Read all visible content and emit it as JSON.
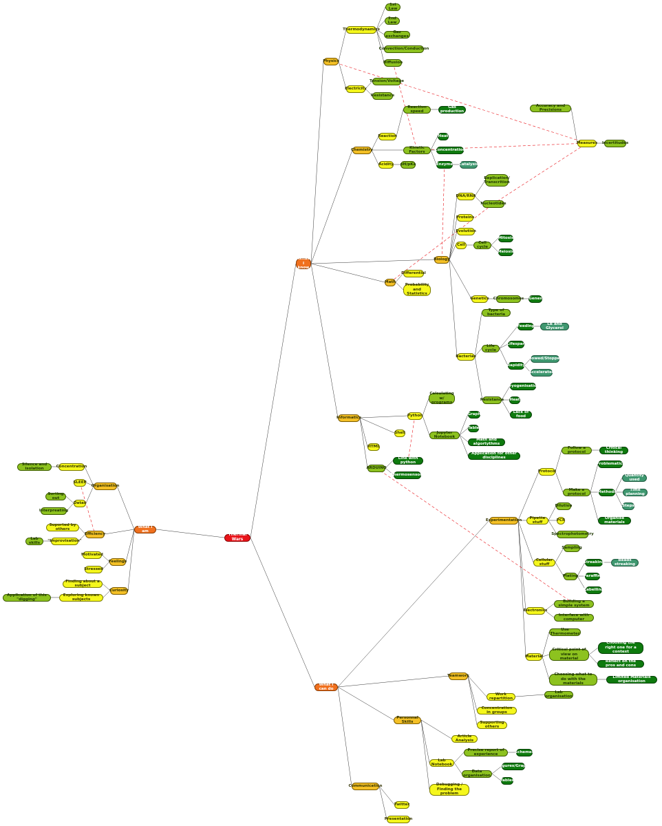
{
  "colors": {
    "c-red": "#e8141a",
    "c-org": "#f0701e",
    "c-gold": "#f4c026",
    "c-yel": "#f5f71c",
    "c-lg": "#8dc21f",
    "c-dg": "#0e7a0e",
    "c-teal": "#3f9870",
    "tree_edge": "#333333",
    "cross_edge": "#e8141a"
  },
  "nodes": [
    {
      "id": "root",
      "label": "Thermal Wars",
      "color": "c-red"
    },
    {
      "id": "know",
      "label": "What I\nknow",
      "color": "c-org"
    },
    {
      "id": "am",
      "label": "What I am",
      "color": "c-org"
    },
    {
      "id": "cando",
      "label": "What I can do",
      "color": "c-org"
    },
    {
      "id": "physics",
      "label": "Physics",
      "color": "c-gold"
    },
    {
      "id": "thermo",
      "label": "Thermodynamics",
      "color": "c-yel"
    },
    {
      "id": "law1",
      "label": "1st Law",
      "color": "c-lg"
    },
    {
      "id": "law2",
      "label": "2nd Law",
      "color": "c-lg"
    },
    {
      "id": "gasex",
      "label": "Gaz exchanges",
      "color": "c-lg"
    },
    {
      "id": "convec",
      "label": "Convection/Conduction",
      "color": "c-lg"
    },
    {
      "id": "diffus",
      "label": "Diffusion",
      "color": "c-lg"
    },
    {
      "id": "elec",
      "label": "Electricity",
      "color": "c-yel"
    },
    {
      "id": "tension",
      "label": "Tension/Voltage",
      "color": "c-lg"
    },
    {
      "id": "resist",
      "label": "Resistance",
      "color": "c-lg"
    },
    {
      "id": "chem",
      "label": "Chemistry",
      "color": "c-gold"
    },
    {
      "id": "reaction",
      "label": "Reaction",
      "color": "c-yel"
    },
    {
      "id": "rspeed",
      "label": "Reaction speed",
      "color": "c-lg"
    },
    {
      "id": "gasprod",
      "label": "Gas production",
      "color": "c-dg"
    },
    {
      "id": "kinetic",
      "label": "Kinetic Factors",
      "color": "c-lg"
    },
    {
      "id": "heat1",
      "label": "Heat",
      "color": "c-dg"
    },
    {
      "id": "conc",
      "label": "Concentration",
      "color": "c-dg"
    },
    {
      "id": "enzyme",
      "label": "Enzyme",
      "color": "c-dg"
    },
    {
      "id": "catalys",
      "label": "Catalysis",
      "color": "c-teal"
    },
    {
      "id": "acidity",
      "label": "Acidity",
      "color": "c-yel"
    },
    {
      "id": "ph",
      "label": "pH/pKa",
      "color": "c-lg"
    },
    {
      "id": "accuracy",
      "label": "Accuracy and Precisions",
      "color": "c-lg"
    },
    {
      "id": "measures",
      "label": "Measures",
      "color": "c-yel"
    },
    {
      "id": "incert",
      "label": "Incertitudes",
      "color": "c-lg"
    },
    {
      "id": "bio",
      "label": "Biology",
      "color": "c-gold"
    },
    {
      "id": "dna",
      "label": "DNA/RNA",
      "color": "c-yel"
    },
    {
      "id": "replic",
      "label": "Replication/\nTranscrition",
      "color": "c-lg"
    },
    {
      "id": "nucleo",
      "label": "Nucleotides",
      "color": "c-lg"
    },
    {
      "id": "proteins",
      "label": "Proteins",
      "color": "c-yel"
    },
    {
      "id": "evol",
      "label": "Evolution",
      "color": "c-yel"
    },
    {
      "id": "cell",
      "label": "Cell",
      "color": "c-yel"
    },
    {
      "id": "cellcycle",
      "label": "Cell cycle",
      "color": "c-lg"
    },
    {
      "id": "mitosis",
      "label": "Mitosis",
      "color": "c-dg"
    },
    {
      "id": "meiosis",
      "label": "Meiosis",
      "color": "c-dg"
    },
    {
      "id": "genetics",
      "label": "Genetics",
      "color": "c-yel"
    },
    {
      "id": "chromo",
      "label": "Chromosomes",
      "color": "c-lg"
    },
    {
      "id": "genes",
      "label": "Genes",
      "color": "c-dg"
    },
    {
      "id": "bacteria",
      "label": "Bacterias",
      "color": "c-yel"
    },
    {
      "id": "typebac",
      "label": "Type of bacteria",
      "color": "c-lg"
    },
    {
      "id": "lifecycle",
      "label": "Life cycle",
      "color": "c-lg"
    },
    {
      "id": "feeding",
      "label": "Feeding",
      "color": "c-dg"
    },
    {
      "id": "lbgly",
      "label": "LB and Glycerol",
      "color": "c-teal"
    },
    {
      "id": "lifespan",
      "label": "Lifespan",
      "color": "c-dg"
    },
    {
      "id": "rapidity",
      "label": "Rapidity",
      "color": "c-dg"
    },
    {
      "id": "slowed",
      "label": "Slowed/Stopped",
      "color": "c-teal"
    },
    {
      "id": "accel",
      "label": "Accelerated",
      "color": "c-teal"
    },
    {
      "id": "resistance",
      "label": "Resistance",
      "color": "c-lg"
    },
    {
      "id": "cryo",
      "label": "Cryogenisation",
      "color": "c-dg"
    },
    {
      "id": "heat2",
      "label": "Heat",
      "color": "c-dg"
    },
    {
      "id": "lackfood",
      "label": "Lack of food",
      "color": "c-dg"
    },
    {
      "id": "math",
      "label": "Math",
      "color": "c-gold"
    },
    {
      "id": "diff",
      "label": "Differential",
      "color": "c-yel"
    },
    {
      "id": "probstat",
      "label": "Probability and\nStatistics",
      "color": "c-yel"
    },
    {
      "id": "info",
      "label": "Informatics",
      "color": "c-gold"
    },
    {
      "id": "python",
      "label": "Python",
      "color": "c-yel"
    },
    {
      "id": "calcprog",
      "label": "Calculating w/\nprograms",
      "color": "c-lg"
    },
    {
      "id": "jupyter",
      "label": "Jupyter Notebook",
      "color": "c-lg"
    },
    {
      "id": "graph",
      "label": "Graph",
      "color": "c-dg"
    },
    {
      "id": "table",
      "label": "Table",
      "color": "c-dg"
    },
    {
      "id": "mathalgo",
      "label": "Math and algortythms",
      "color": "c-dg"
    },
    {
      "id": "appother",
      "label": "Application for other disciplines",
      "color": "c-dg"
    },
    {
      "id": "shell",
      "label": "Shell",
      "color": "c-yel"
    },
    {
      "id": "html",
      "label": "HTML",
      "color": "c-yel"
    },
    {
      "id": "arduino",
      "label": "ARDUINO",
      "color": "c-lg"
    },
    {
      "id": "linkpy",
      "label": "Link with python",
      "color": "c-dg"
    },
    {
      "id": "thermosens",
      "label": "Thermosensors",
      "color": "c-dg"
    },
    {
      "id": "organis",
      "label": "Organisation",
      "color": "c-gold"
    },
    {
      "id": "concentr",
      "label": "Concentration",
      "color": "c-yel"
    },
    {
      "id": "silence",
      "label": "Silence and isolation",
      "color": "c-lg"
    },
    {
      "id": "sleep",
      "label": "SLEEP",
      "color": "c-yel"
    },
    {
      "id": "datas",
      "label": "Datas",
      "color": "c-yel"
    },
    {
      "id": "sortingout",
      "label": "Sorting out",
      "color": "c-lg"
    },
    {
      "id": "interp",
      "label": "Interpreating",
      "color": "c-lg"
    },
    {
      "id": "efficiency",
      "label": "Efficiency",
      "color": "c-gold"
    },
    {
      "id": "supported",
      "label": "Suported by others",
      "color": "c-yel"
    },
    {
      "id": "improv",
      "label": "\"Improvisation\"",
      "color": "c-yel"
    },
    {
      "id": "labskills",
      "label": "Lab skills",
      "color": "c-lg"
    },
    {
      "id": "feelings",
      "label": "Feelings",
      "color": "c-gold"
    },
    {
      "id": "motivated",
      "label": "Motivated",
      "color": "c-yel"
    },
    {
      "id": "stressed",
      "label": "Stressed",
      "color": "c-yel"
    },
    {
      "id": "curiosity",
      "label": "Curiosity",
      "color": "c-gold"
    },
    {
      "id": "finding",
      "label": "Finding about a subject",
      "color": "c-yel"
    },
    {
      "id": "exploring",
      "label": "Exploring known subjects",
      "color": "c-yel"
    },
    {
      "id": "digging",
      "label": "Application of this \"digging\"",
      "color": "c-lg"
    },
    {
      "id": "experim",
      "label": "Experimentation",
      "color": "c-gold"
    },
    {
      "id": "protocol",
      "label": "Protocol",
      "color": "c-yel"
    },
    {
      "id": "follow",
      "label": "Follow a protocol",
      "color": "c-lg"
    },
    {
      "id": "critthink",
      "label": "Critical thinking",
      "color": "c-dg"
    },
    {
      "id": "makeproto",
      "label": "Make a protocol",
      "color": "c-lg"
    },
    {
      "id": "problem",
      "label": "Problematics",
      "color": "c-dg"
    },
    {
      "id": "methods",
      "label": "Methods",
      "color": "c-dg"
    },
    {
      "id": "quantity",
      "label": "Quantity used",
      "color": "c-teal"
    },
    {
      "id": "timeplan",
      "label": "Time planning",
      "color": "c-teal"
    },
    {
      "id": "steps",
      "label": "Steps",
      "color": "c-teal"
    },
    {
      "id": "organmat",
      "label": "Organise materials",
      "color": "c-dg"
    },
    {
      "id": "pipette",
      "label": "Pipette stuff",
      "color": "c-yel"
    },
    {
      "id": "dilution",
      "label": "Dilution",
      "color": "c-lg"
    },
    {
      "id": "pcr",
      "label": "PCR",
      "color": "c-yel"
    },
    {
      "id": "spectro",
      "label": "Spectrophotometry",
      "color": "c-lg"
    },
    {
      "id": "cellular",
      "label": "Cellular stuff",
      "color": "c-yel"
    },
    {
      "id": "sampling",
      "label": "Sampling",
      "color": "c-lg"
    },
    {
      "id": "plating",
      "label": "Plating",
      "color": "c-lg"
    },
    {
      "id": "streaking",
      "label": "Streaking",
      "color": "c-dg"
    },
    {
      "id": "beads",
      "label": "Beads streaking",
      "color": "c-teal"
    },
    {
      "id": "paraffin",
      "label": "Paraffim",
      "color": "c-dg"
    },
    {
      "id": "labelling",
      "label": "Labelling",
      "color": "c-dg"
    },
    {
      "id": "electronics",
      "label": "Electronics",
      "color": "c-yel"
    },
    {
      "id": "buildsys",
      "label": "Building a simple system",
      "color": "c-lg"
    },
    {
      "id": "interface",
      "label": "Interface with computer",
      "color": "c-lg"
    },
    {
      "id": "material",
      "label": "Material",
      "color": "c-yel"
    },
    {
      "id": "usethermo",
      "label": "Use Thermometer",
      "color": "c-lg"
    },
    {
      "id": "critpoint",
      "label": "Critical point of view on\nmaterial",
      "color": "c-lg"
    },
    {
      "id": "choosing",
      "label": "Choosing the right one for a\ncontext",
      "color": "c-dg"
    },
    {
      "id": "reflect",
      "label": "Reflect on the pros and cons",
      "color": "c-dg"
    },
    {
      "id": "choosewhat",
      "label": "Choosing what to do with the\nmaterials",
      "color": "c-lg"
    },
    {
      "id": "limited",
      "label": "Limited Materials organisation",
      "color": "c-dg"
    },
    {
      "id": "teamwork",
      "label": "Teamwork",
      "color": "c-gold"
    },
    {
      "id": "workrep",
      "label": "Work repartition",
      "color": "c-yel"
    },
    {
      "id": "laborg",
      "label": "Lab organisation",
      "color": "c-lg"
    },
    {
      "id": "concgroups",
      "label": "Concentration in groups",
      "color": "c-yel"
    },
    {
      "id": "supporting",
      "label": "Supporting others",
      "color": "c-yel"
    },
    {
      "id": "personal",
      "label": "Personnal Skills",
      "color": "c-gold"
    },
    {
      "id": "article",
      "label": "Article Analysis",
      "color": "c-yel"
    },
    {
      "id": "labnote",
      "label": "Lab Notebook",
      "color": "c-yel"
    },
    {
      "id": "precise",
      "label": "Precise report of experience",
      "color": "c-lg"
    },
    {
      "id": "schemes",
      "label": "Schemes",
      "color": "c-dg"
    },
    {
      "id": "dataorg",
      "label": "Data organisation",
      "color": "c-lg"
    },
    {
      "id": "figures",
      "label": "Figures/Graph",
      "color": "c-dg"
    },
    {
      "id": "tables",
      "label": "Tables",
      "color": "c-dg"
    },
    {
      "id": "debug",
      "label": "Debugging / Finding the\nproblem",
      "color": "c-yel"
    },
    {
      "id": "comm",
      "label": "Communication",
      "color": "c-gold"
    },
    {
      "id": "twitter",
      "label": "Twitter",
      "color": "c-yel"
    },
    {
      "id": "present",
      "label": "Presentation",
      "color": "c-yel"
    }
  ],
  "edges": [
    [
      "root",
      "know"
    ],
    [
      "root",
      "am"
    ],
    [
      "root",
      "cando"
    ],
    [
      "know",
      "physics"
    ],
    [
      "know",
      "chem"
    ],
    [
      "know",
      "bio"
    ],
    [
      "know",
      "math"
    ],
    [
      "know",
      "info"
    ],
    [
      "physics",
      "thermo"
    ],
    [
      "physics",
      "elec"
    ],
    [
      "thermo",
      "law1"
    ],
    [
      "thermo",
      "law2"
    ],
    [
      "thermo",
      "gasex"
    ],
    [
      "thermo",
      "convec"
    ],
    [
      "thermo",
      "diffus"
    ],
    [
      "elec",
      "tension"
    ],
    [
      "elec",
      "resist"
    ],
    [
      "chem",
      "reaction"
    ],
    [
      "chem",
      "kinetic"
    ],
    [
      "chem",
      "acidity"
    ],
    [
      "reaction",
      "rspeed"
    ],
    [
      "rspeed",
      "gasprod"
    ],
    [
      "kinetic",
      "heat1"
    ],
    [
      "kinetic",
      "conc"
    ],
    [
      "kinetic",
      "enzyme"
    ],
    [
      "enzyme",
      "catalys"
    ],
    [
      "acidity",
      "ph"
    ],
    [
      "accuracy",
      "measures"
    ],
    [
      "measures",
      "incert"
    ],
    [
      "bio",
      "dna"
    ],
    [
      "bio",
      "proteins"
    ],
    [
      "bio",
      "evol"
    ],
    [
      "bio",
      "cell"
    ],
    [
      "bio",
      "genetics"
    ],
    [
      "bio",
      "bacteria"
    ],
    [
      "dna",
      "replic"
    ],
    [
      "dna",
      "nucleo"
    ],
    [
      "cell",
      "cellcycle"
    ],
    [
      "cellcycle",
      "mitosis"
    ],
    [
      "cellcycle",
      "meiosis"
    ],
    [
      "genetics",
      "chromo"
    ],
    [
      "chromo",
      "genes"
    ],
    [
      "bacteria",
      "typebac"
    ],
    [
      "bacteria",
      "lifecycle"
    ],
    [
      "bacteria",
      "resistance"
    ],
    [
      "lifecycle",
      "feeding"
    ],
    [
      "feeding",
      "lbgly"
    ],
    [
      "lifecycle",
      "lifespan"
    ],
    [
      "lifecycle",
      "rapidity"
    ],
    [
      "rapidity",
      "slowed"
    ],
    [
      "rapidity",
      "accel"
    ],
    [
      "resistance",
      "cryo"
    ],
    [
      "resistance",
      "heat2"
    ],
    [
      "resistance",
      "lackfood"
    ],
    [
      "math",
      "diff"
    ],
    [
      "math",
      "probstat"
    ],
    [
      "info",
      "python"
    ],
    [
      "info",
      "shell"
    ],
    [
      "info",
      "html"
    ],
    [
      "info",
      "arduino"
    ],
    [
      "python",
      "calcprog"
    ],
    [
      "python",
      "jupyter"
    ],
    [
      "jupyter",
      "graph"
    ],
    [
      "jupyter",
      "table"
    ],
    [
      "jupyter",
      "mathalgo"
    ],
    [
      "jupyter",
      "appother"
    ],
    [
      "arduino",
      "linkpy"
    ],
    [
      "arduino",
      "thermosens"
    ],
    [
      "am",
      "organis"
    ],
    [
      "am",
      "efficiency"
    ],
    [
      "am",
      "feelings"
    ],
    [
      "am",
      "curiosity"
    ],
    [
      "organis",
      "concentr"
    ],
    [
      "concentr",
      "silence"
    ],
    [
      "organis",
      "sleep"
    ],
    [
      "organis",
      "datas"
    ],
    [
      "datas",
      "sortingout"
    ],
    [
      "datas",
      "interp"
    ],
    [
      "efficiency",
      "supported"
    ],
    [
      "efficiency",
      "improv"
    ],
    [
      "improv",
      "labskills"
    ],
    [
      "feelings",
      "motivated"
    ],
    [
      "feelings",
      "stressed"
    ],
    [
      "curiosity",
      "finding"
    ],
    [
      "curiosity",
      "exploring"
    ],
    [
      "exploring",
      "digging"
    ],
    [
      "cando",
      "experim"
    ],
    [
      "cando",
      "teamwork"
    ],
    [
      "cando",
      "personal"
    ],
    [
      "cando",
      "comm"
    ],
    [
      "experim",
      "protocol"
    ],
    [
      "experim",
      "pipette"
    ],
    [
      "experim",
      "cellular"
    ],
    [
      "experim",
      "electronics"
    ],
    [
      "experim",
      "material"
    ],
    [
      "protocol",
      "follow"
    ],
    [
      "follow",
      "critthink"
    ],
    [
      "protocol",
      "makeproto"
    ],
    [
      "makeproto",
      "problem"
    ],
    [
      "makeproto",
      "methods"
    ],
    [
      "makeproto",
      "organmat"
    ],
    [
      "methods",
      "quantity"
    ],
    [
      "methods",
      "timeplan"
    ],
    [
      "methods",
      "steps"
    ],
    [
      "pipette",
      "dilution"
    ],
    [
      "pipette",
      "pcr"
    ],
    [
      "pipette",
      "spectro"
    ],
    [
      "cellular",
      "sampling"
    ],
    [
      "cellular",
      "plating"
    ],
    [
      "plating",
      "streaking"
    ],
    [
      "streaking",
      "beads"
    ],
    [
      "plating",
      "paraffin"
    ],
    [
      "plating",
      "labelling"
    ],
    [
      "electronics",
      "buildsys"
    ],
    [
      "electronics",
      "interface"
    ],
    [
      "material",
      "usethermo"
    ],
    [
      "material",
      "critpoint"
    ],
    [
      "material",
      "choosewhat"
    ],
    [
      "critpoint",
      "choosing"
    ],
    [
      "critpoint",
      "reflect"
    ],
    [
      "choosewhat",
      "limited"
    ],
    [
      "teamwork",
      "workrep"
    ],
    [
      "workrep",
      "laborg"
    ],
    [
      "teamwork",
      "concgroups"
    ],
    [
      "teamwork",
      "supporting"
    ],
    [
      "personal",
      "article"
    ],
    [
      "personal",
      "labnote"
    ],
    [
      "personal",
      "debug"
    ],
    [
      "labnote",
      "precise"
    ],
    [
      "precise",
      "schemes"
    ],
    [
      "labnote",
      "dataorg"
    ],
    [
      "dataorg",
      "figures"
    ],
    [
      "dataorg",
      "tables"
    ],
    [
      "comm",
      "twitter"
    ],
    [
      "comm",
      "present"
    ]
  ],
  "cross_links": [
    [
      "physics",
      "measures"
    ],
    [
      "kinetic",
      "measures"
    ],
    [
      "nucleo",
      "measures"
    ],
    [
      "diffus",
      "kinetic"
    ],
    [
      "enzyme",
      "bio"
    ],
    [
      "math",
      "nucleo"
    ],
    [
      "python",
      "linkpy"
    ],
    [
      "sleep",
      "efficiency"
    ],
    [
      "arduino",
      "buildsys"
    ]
  ]
}
